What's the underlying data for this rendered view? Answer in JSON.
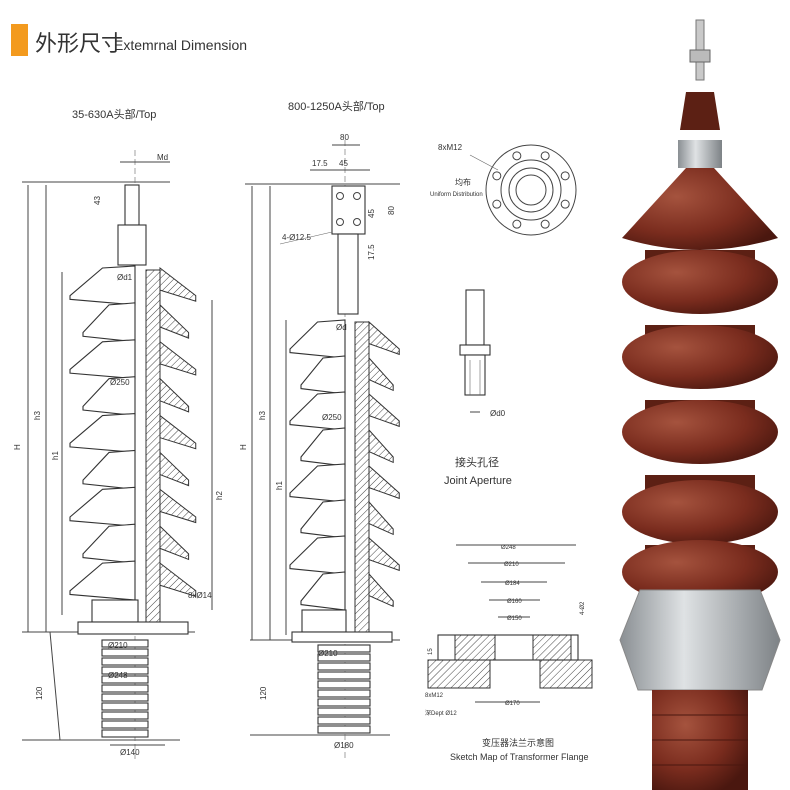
{
  "header": {
    "title_cn": "外形尺寸",
    "title_en": "Extemrnal Dimension",
    "accent": "#f39a1e"
  },
  "left_drawing": {
    "title": "35-630A头部/Top",
    "labels": {
      "md": "Md",
      "d43": "43",
      "d1": "Ød1",
      "d250": "Ø250",
      "H": "H",
      "h3": "h3",
      "h1": "h1",
      "h2": "h2",
      "holes": "8xØ14",
      "d210": "Ø210",
      "d248": "Ø248",
      "d120": "120",
      "d140": "Ø140"
    }
  },
  "middle_drawing": {
    "title": "800-1250A头部/Top",
    "labels": {
      "w80": "80",
      "w17": "17.5",
      "w45": "45",
      "v45": "45",
      "v80": "80",
      "v17": "17.5",
      "holes": "4-Ø12.5",
      "d": "Ød",
      "d250": "Ø250",
      "H": "H",
      "h3": "h3",
      "h1": "h1",
      "d210": "Ø210",
      "d120": "120",
      "d180": "Ø180"
    }
  },
  "flange_top": {
    "bolts": "8xM12",
    "dist_cn": "均布",
    "dist_en": "Uniform Distribution"
  },
  "joint": {
    "d0": "Ød0",
    "title_cn": "接头孔径",
    "title_en": "Joint Aperture"
  },
  "flange_section": {
    "labels": {
      "d248": "Ø248",
      "d210": "Ø210",
      "d184": "Ø184",
      "d160": "Ø160",
      "d150": "Ø150",
      "h15": "15",
      "side": "4-Ø2",
      "m12": "8xM12",
      "depth": "深Dept Ø12",
      "d170": "Ø170"
    },
    "title_cn": "变压器法兰示意图",
    "title_en": "Sketch Map of Transformer Flange"
  },
  "colors": {
    "porcelain": "#7a2c1e",
    "flange": "#b8bcbf"
  }
}
